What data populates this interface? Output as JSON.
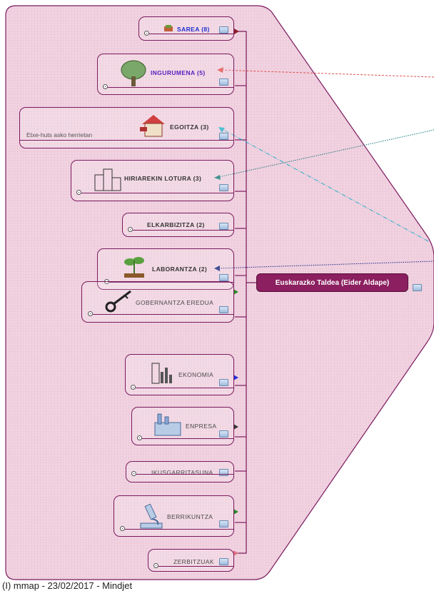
{
  "central_topic": "Euskarazko Taldea (Eider Aldape)",
  "topics": [
    {
      "label": "SAREA (8)",
      "style": "blue",
      "icon": "books-icon"
    },
    {
      "label": "INGURUMENA (5)",
      "style": "purple",
      "icon": "tree-icon"
    },
    {
      "label": "EGOITZA (3)",
      "style": "bold",
      "icon": "house-icon",
      "note": "Etxe-huts asko herrietan"
    },
    {
      "label": "HIRIAREKIN LOTURA (3)",
      "style": "bold",
      "icon": "city-icon"
    },
    {
      "label": "ELKARBIZITZA (2)",
      "style": "bold",
      "icon": ""
    },
    {
      "label": "LABORANTZA (2)",
      "style": "bold",
      "icon": "plant-icon"
    },
    {
      "label": "GOBERNANTZA EREDUA",
      "style": "normal",
      "icon": "key-icon"
    },
    {
      "label": "EKONOMIA",
      "style": "normal",
      "icon": "chart-building-icon"
    },
    {
      "label": "ENPRESA",
      "style": "normal",
      "icon": "factory-icon"
    },
    {
      "label": "IKUSGARRITASUNA",
      "style": "normal",
      "icon": ""
    },
    {
      "label": "BERRIKUNTZA",
      "style": "normal",
      "icon": "microscope-icon"
    },
    {
      "label": "ZERBITZUAK",
      "style": "normal",
      "icon": ""
    }
  ],
  "colors": {
    "background": "#f3dbe6",
    "border": "#7a1a5e",
    "central": "#8b1f5f",
    "relation_red": "#e05050",
    "relation_cyan": "#2ab0c8",
    "relation_teal": "#1a7a7a",
    "relation_navy": "#1a2a80"
  },
  "footer": "(I) mmap - 23/02/2017 - Mindjet"
}
